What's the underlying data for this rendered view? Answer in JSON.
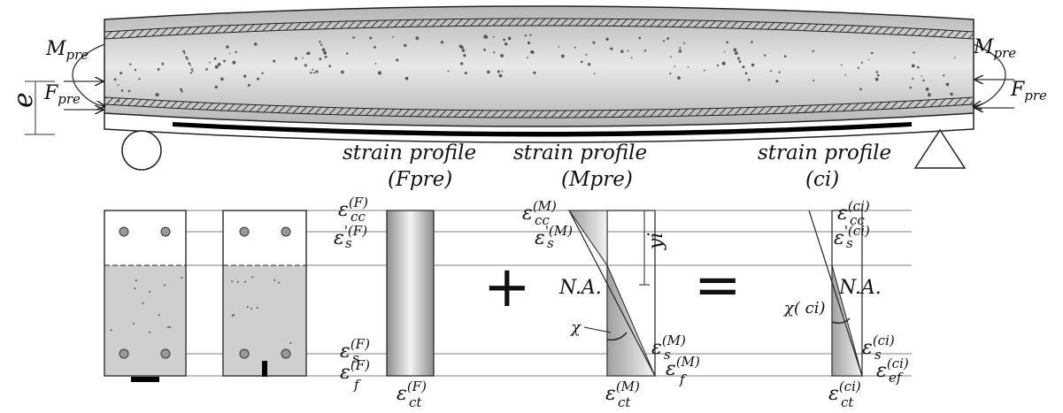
{
  "beam": {
    "left_moment": "M",
    "left_moment_sub": "pre",
    "left_force": "F",
    "left_force_sub": "pre",
    "right_moment": "M",
    "right_moment_sub": "pre",
    "right_force": "F",
    "right_force_sub": "pre",
    "eccentricity": "e"
  },
  "profiles": {
    "fpre": {
      "title_line1": "strain profile",
      "title_line2": "(Fpre)"
    },
    "mpre": {
      "title_line1": "strain profile",
      "title_line2": "(Mpre)"
    },
    "ci": {
      "title_line1": "strain profile",
      "title_line2": "(ci)"
    }
  },
  "strains": {
    "eps": "ε",
    "F": {
      "cc_sup": "(F)",
      "cc_sub": "cc",
      "s_top_sup": "'(F)",
      "s_top_sub": "s",
      "s_sup": "(F)",
      "s_sub": "s",
      "f_sup": "(F)",
      "f_sub": "f",
      "ct_sup": "(F)",
      "ct_sub": "ct"
    },
    "M": {
      "cc_sup": "(M)",
      "cc_sub": "cc",
      "s_top_sup": "'(M)",
      "s_top_sub": "s",
      "s_sup": "(M)",
      "s_sub": "s",
      "f_sup": "(M)",
      "f_sub": "f",
      "ct_sup": "(M)",
      "ct_sub": "ct"
    },
    "ci": {
      "cc_sup": "(ci)",
      "cc_sub": "cc",
      "s_top_sup": "'(ci)",
      "s_top_sub": "s",
      "s_sup": "(ci)",
      "s_sub": "s",
      "ef_sup": "(ci)",
      "ef_sub": "ef",
      "ct_sup": "(ci)",
      "ct_sub": "ct"
    }
  },
  "labels": {
    "neutral_axis_m": "N.A.",
    "neutral_axis_ci": "N.A.",
    "yi": "yi",
    "chi": "χ",
    "chi_ci": "χ( ci)",
    "plus": "+",
    "equals": "="
  },
  "colors": {
    "line": "#111111",
    "concrete_light": "#d9d9d9",
    "concrete_dark": "#a8a8a8",
    "frp": "#000000"
  }
}
